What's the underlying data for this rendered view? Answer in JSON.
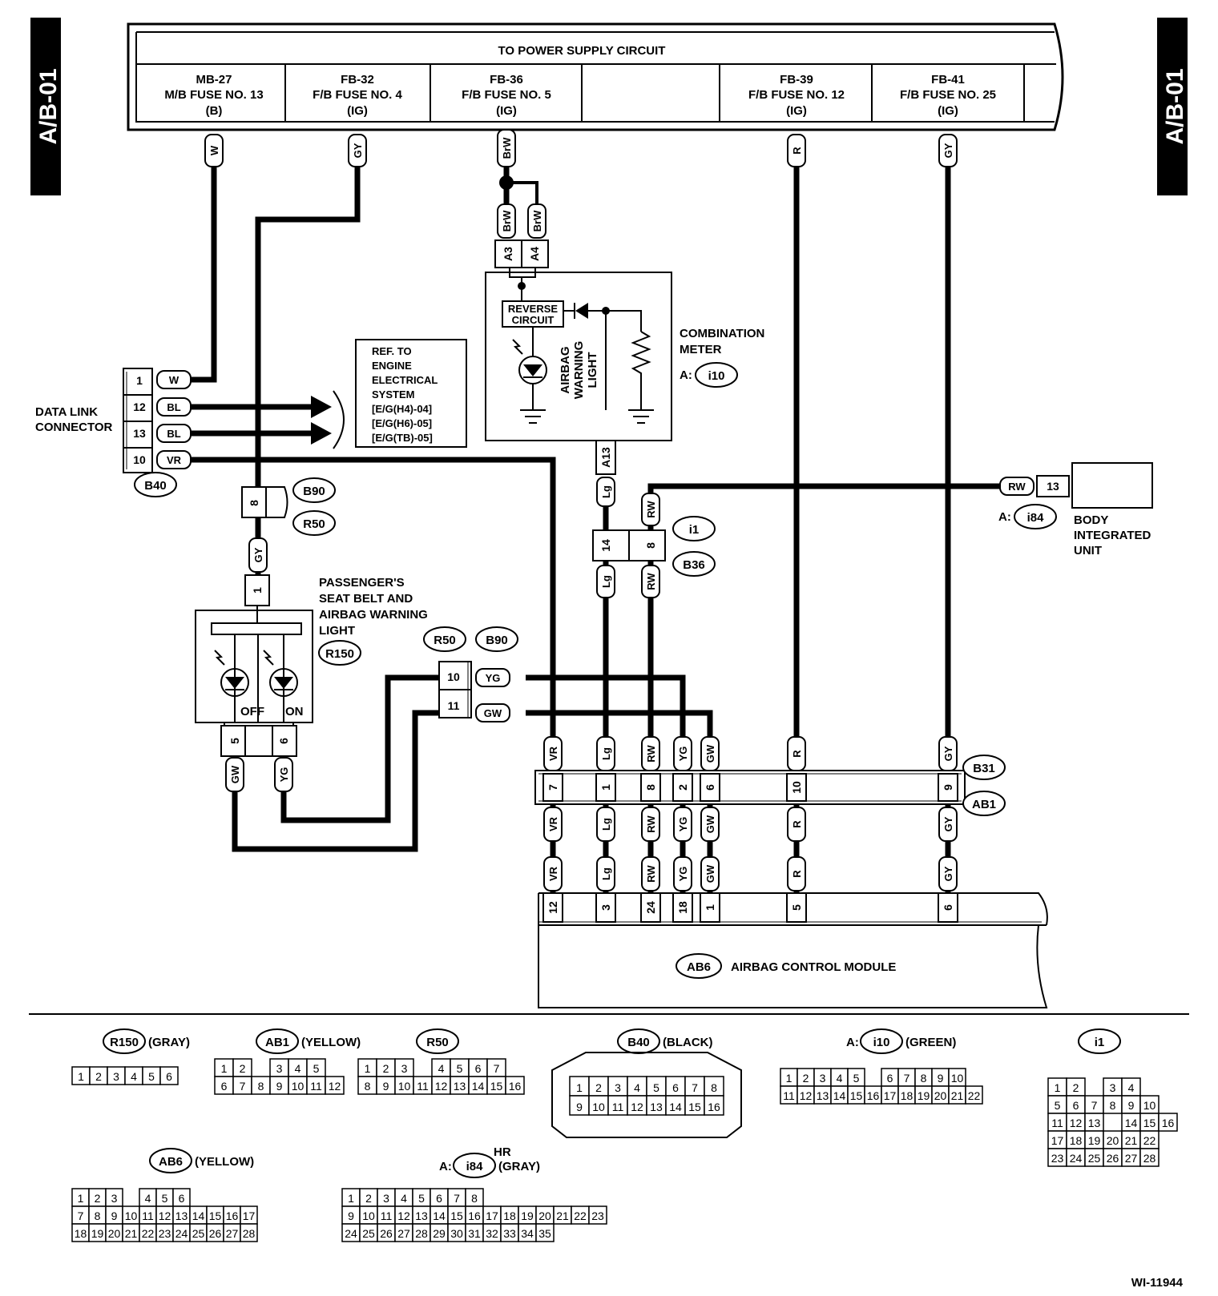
{
  "sheet_tag": "A/B-01",
  "drawing_id": "WI-11944",
  "power": {
    "title": "TO POWER SUPPLY CIRCUIT",
    "fuses": [
      {
        "line1": "MB-27",
        "line2": "M/B FUSE NO. 13",
        "line3": "(B)",
        "wire": "W"
      },
      {
        "line1": "FB-32",
        "line2": "F/B FUSE NO. 4",
        "line3": "(IG)",
        "wire": "GY"
      },
      {
        "line1": "FB-36",
        "line2": "F/B FUSE NO. 5",
        "line3": "(IG)",
        "wire": "BrW"
      },
      {
        "line1": "",
        "line2": "",
        "line3": "",
        "wire": ""
      },
      {
        "line1": "FB-39",
        "line2": "F/B FUSE NO. 12",
        "line3": "(IG)",
        "wire": "R"
      },
      {
        "line1": "FB-41",
        "line2": "F/B FUSE NO. 25",
        "line3": "(IG)",
        "wire": "GY"
      }
    ]
  },
  "data_link": {
    "label_1": "DATA LINK",
    "label_2": "CONNECTOR",
    "connector": "B40",
    "pins": [
      {
        "pin": "1",
        "wire": "W"
      },
      {
        "pin": "12",
        "wire": "BL"
      },
      {
        "pin": "13",
        "wire": "BL"
      },
      {
        "pin": "10",
        "wire": "VR"
      }
    ]
  },
  "ref_box": [
    "REF. TO",
    "ENGINE",
    "ELECTRICAL",
    "SYSTEM",
    "[E/G(H4)-04]",
    "[E/G(H6)-05]",
    "[E/G(TB)-05]"
  ],
  "combination_meter": {
    "label_1": "COMBINATION",
    "label_2": "METER",
    "prefix": "A:",
    "connector": "i10",
    "reverse_1": "REVERSE",
    "reverse_2": "CIRCUIT",
    "light_1": "AIRBAG",
    "light_2": "WARNING",
    "light_3": "LIGHT",
    "pin_a3": "A3",
    "pin_a4": "A4",
    "pin_a13": "A13",
    "wire_a3": "BrW",
    "wire_a4": "BrW",
    "wire_a13": "Lg"
  },
  "passenger_light": {
    "label": [
      "PASSENGER'S",
      "SEAT BELT AND",
      "AIRBAG WARNING",
      "LIGHT"
    ],
    "connector": "R150",
    "off": "OFF",
    "on": "ON",
    "pin1": "1",
    "pin5": "5",
    "pin6": "6",
    "wire5": "GW",
    "wire6": "YG",
    "wire1": "GY"
  },
  "joint_b90": {
    "c1": "B90",
    "c2": "R50",
    "pin": "8"
  },
  "joint_r50": {
    "c1": "R50",
    "c2": "B90",
    "pins": [
      {
        "pin": "10",
        "wire": "YG"
      },
      {
        "pin": "11",
        "wire": "GW"
      }
    ]
  },
  "joint_i1": {
    "c1": "i1",
    "c2": "B36",
    "pin_a": "14",
    "pin_b": "8",
    "wire_a": "Lg",
    "wire_b": "RW",
    "wire_a2": "Lg",
    "wire_b2": "RW"
  },
  "body_unit": {
    "label": [
      "BODY",
      "INTEGRATED",
      "UNIT"
    ],
    "prefix": "A:",
    "connector": "i84",
    "pin": "13",
    "wire": "RW"
  },
  "b31_ab1": {
    "c1": "B31",
    "c2": "AB1",
    "columns": [
      {
        "wire": "VR",
        "pin": "7"
      },
      {
        "wire": "Lg",
        "pin": "1"
      },
      {
        "wire": "RW",
        "pin": "8"
      },
      {
        "wire": "YG",
        "pin": "2"
      },
      {
        "wire": "GW",
        "pin": "6"
      },
      {
        "wire": "R",
        "pin": "10"
      },
      {
        "wire": "GY",
        "pin": "9"
      }
    ]
  },
  "airbag_module": {
    "connector": "AB6",
    "label": "AIRBAG CONTROL MODULE",
    "pins": [
      "12",
      "3",
      "24",
      "18",
      "1",
      "5",
      "6"
    ]
  },
  "connector_views": {
    "r150": {
      "name": "R150",
      "color": "(GRAY)",
      "rows": [
        [
          "1",
          "2",
          "3",
          "4",
          "5",
          "6"
        ]
      ]
    },
    "ab1": {
      "name": "AB1",
      "color": "(YELLOW)",
      "rows": [
        [
          "1",
          "2",
          "",
          "3",
          "4",
          "5"
        ],
        [
          "6",
          "7",
          "8",
          "9",
          "10",
          "11",
          "12"
        ]
      ]
    },
    "r50": {
      "name": "R50",
      "color": "",
      "rows": [
        [
          "1",
          "2",
          "3",
          "",
          "4",
          "5",
          "6",
          "7"
        ],
        [
          "8",
          "9",
          "10",
          "11",
          "12",
          "13",
          "14",
          "15",
          "16"
        ]
      ]
    },
    "b40": {
      "name": "B40",
      "color": "(BLACK)",
      "rows": [
        [
          "1",
          "2",
          "3",
          "4",
          "5",
          "6",
          "7",
          "8"
        ],
        [
          "9",
          "10",
          "11",
          "12",
          "13",
          "14",
          "15",
          "16"
        ]
      ]
    },
    "i10": {
      "prefix": "A:",
      "name": "i10",
      "color": "(GREEN)",
      "rows": [
        [
          "1",
          "2",
          "3",
          "4",
          "5",
          "",
          "6",
          "7",
          "8",
          "9",
          "10"
        ],
        [
          "11",
          "12",
          "13",
          "14",
          "15",
          "16",
          "17",
          "18",
          "19",
          "20",
          "21",
          "22"
        ]
      ]
    },
    "i1": {
      "name": "i1",
      "color": "",
      "rows": [
        [
          "1",
          "2",
          "",
          "3",
          "4"
        ],
        [
          "5",
          "6",
          "7",
          "8",
          "9",
          "10"
        ],
        [
          "11",
          "12",
          "13",
          "",
          "14",
          "15",
          "16"
        ],
        [
          "17",
          "18",
          "19",
          "20",
          "21",
          "22"
        ],
        [
          "23",
          "24",
          "25",
          "26",
          "27",
          "28"
        ]
      ]
    },
    "ab6": {
      "name": "AB6",
      "color": "(YELLOW)",
      "rows": [
        [
          "1",
          "2",
          "3",
          "",
          "4",
          "5",
          "6"
        ],
        [
          "7",
          "8",
          "9",
          "10",
          "11",
          "12",
          "13",
          "14",
          "15",
          "16",
          "17"
        ],
        [
          "18",
          "19",
          "20",
          "21",
          "22",
          "23",
          "24",
          "25",
          "26",
          "27",
          "28"
        ]
      ]
    },
    "i84": {
      "prefix": "A:",
      "name": "i84",
      "note": "HR",
      "color": "(GRAY)",
      "rows": [
        [
          "1",
          "2",
          "3",
          "4",
          "5",
          "6",
          "7",
          "8"
        ],
        [
          "9",
          "10",
          "11",
          "12",
          "13",
          "14",
          "15",
          "16",
          "17",
          "18",
          "19",
          "20",
          "21",
          "22",
          "23"
        ],
        [
          "24",
          "25",
          "26",
          "27",
          "28",
          "29",
          "30",
          "31",
          "32",
          "33",
          "34",
          "35"
        ]
      ]
    }
  },
  "colors": {
    "ink": "#000000",
    "paper": "#ffffff"
  }
}
